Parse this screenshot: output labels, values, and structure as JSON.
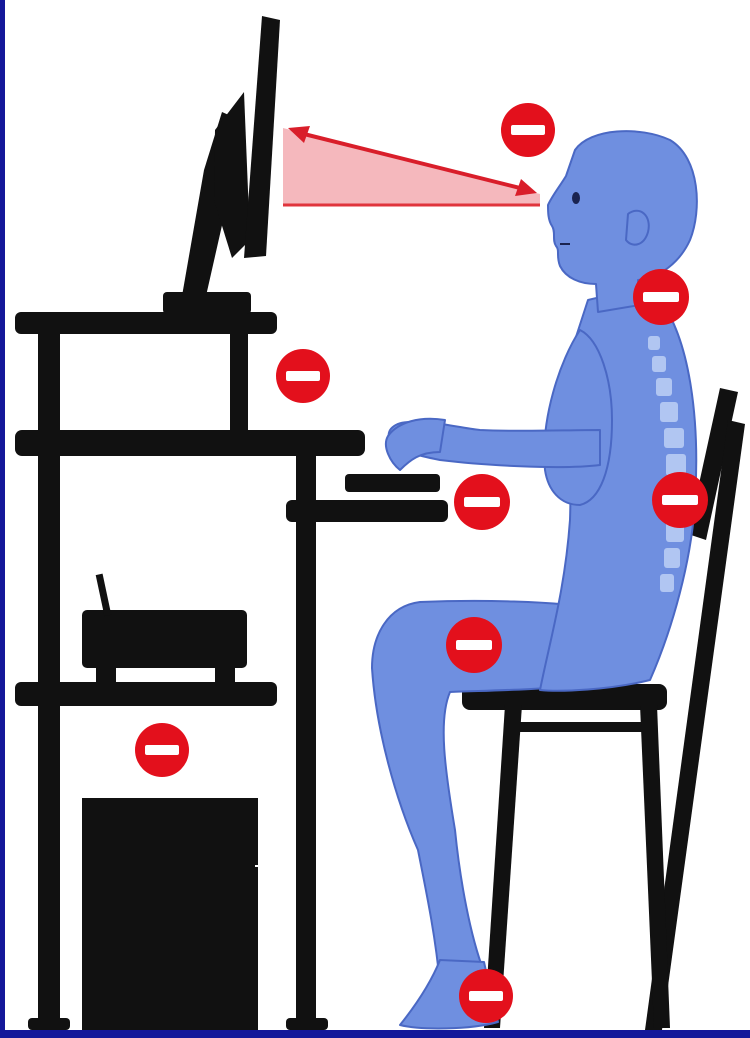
{
  "colors": {
    "frame": "#14189a",
    "canvas": "#ffffff",
    "furniture": "#111111",
    "figure": "#6f8fe0",
    "figure_outline": "#4a68c4",
    "spine": "#b9cdf5",
    "warning_marker": "#e3101c",
    "warning_bar": "#ffffff",
    "sightline": "#e0353d",
    "sightline_fill": "#f5b8bd"
  },
  "icons": {
    "warning_marker": "no-entry-icon",
    "sightline_arrow": "double-arrow-icon"
  },
  "warning_marker_labels": [
    "eye-to-screen-distance",
    "monitor-height",
    "neck",
    "wrist",
    "lower-back",
    "thigh",
    "printer-shelf",
    "foot"
  ]
}
